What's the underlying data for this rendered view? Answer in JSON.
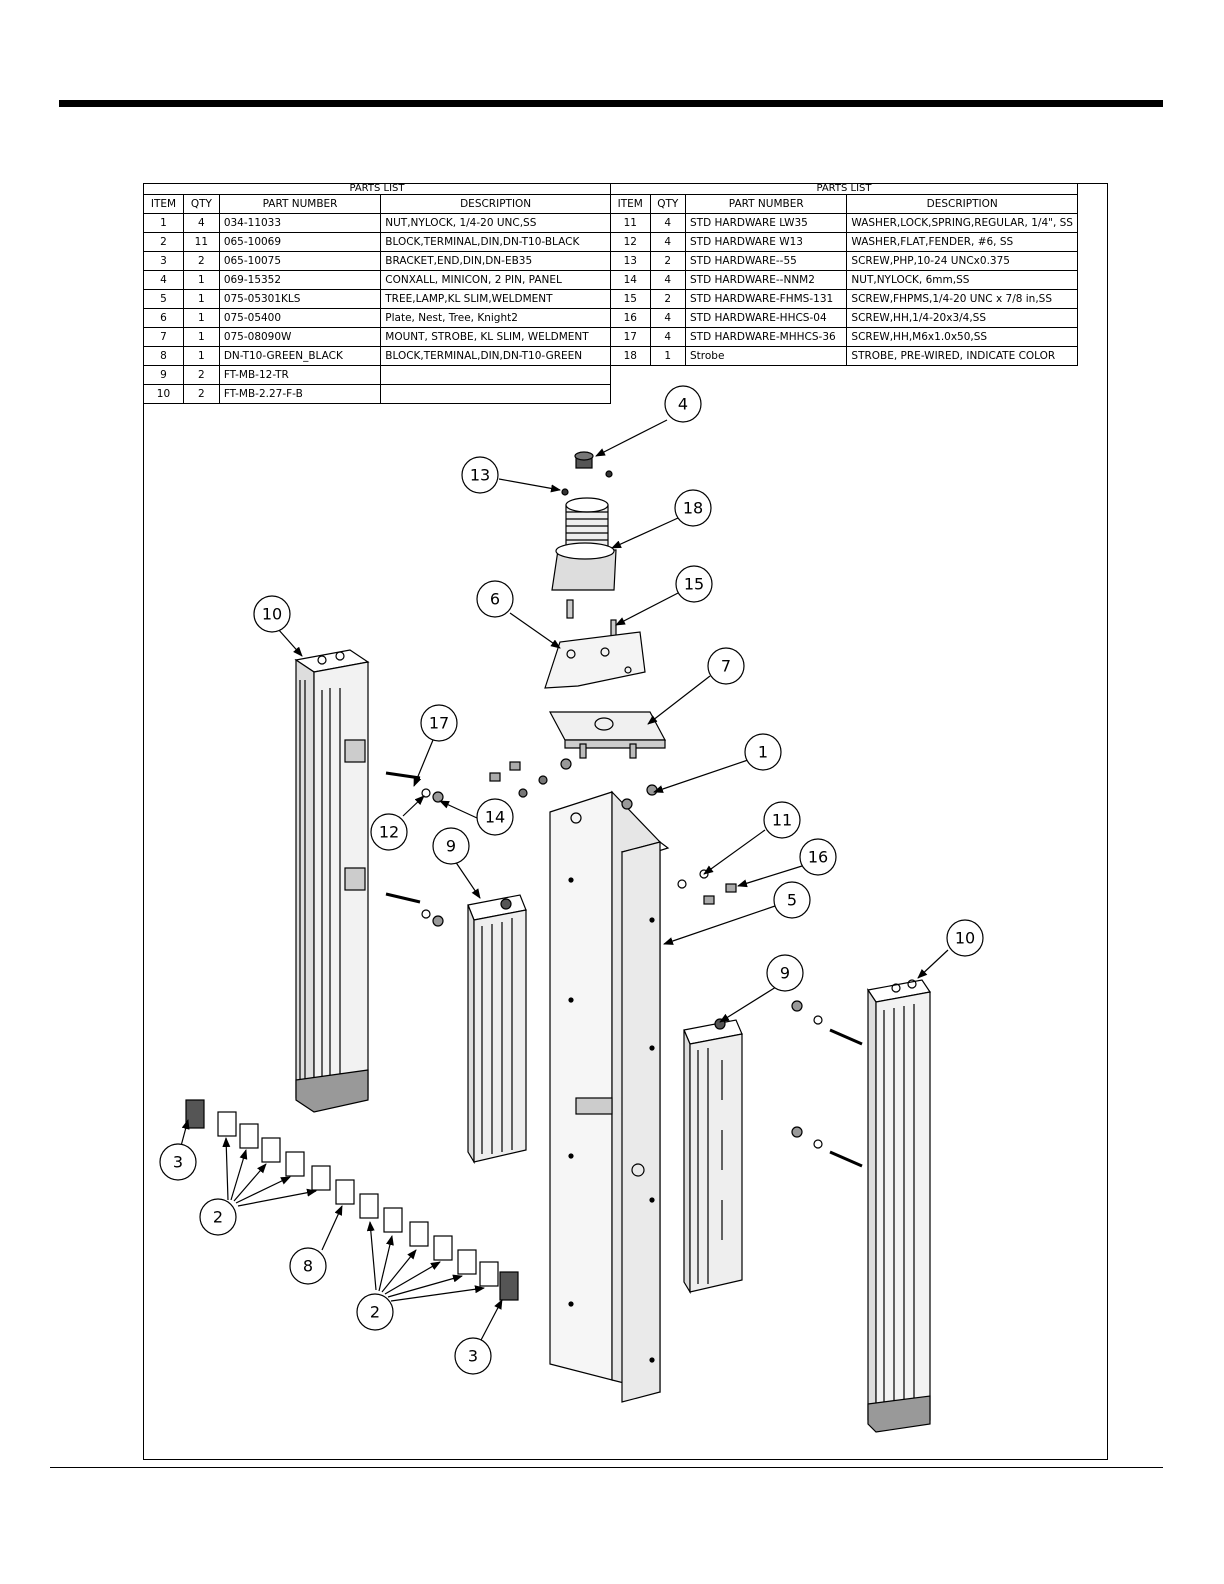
{
  "parts_list_title": "PARTS LIST",
  "columns": [
    "ITEM",
    "QTY",
    "PART NUMBER",
    "DESCRIPTION"
  ],
  "parts_left": [
    {
      "item": "1",
      "qty": "4",
      "part": "034-11033",
      "desc": "NUT,NYLOCK, 1/4-20 UNC,SS"
    },
    {
      "item": "2",
      "qty": "11",
      "part": "065-10069",
      "desc": "BLOCK,TERMINAL,DIN,DN-T10-BLACK"
    },
    {
      "item": "3",
      "qty": "2",
      "part": "065-10075",
      "desc": "BRACKET,END,DIN,DN-EB35"
    },
    {
      "item": "4",
      "qty": "1",
      "part": "069-15352",
      "desc": "CONXALL, MINICON, 2 PIN, PANEL"
    },
    {
      "item": "5",
      "qty": "1",
      "part": "075-05301KLS",
      "desc": "TREE,LAMP,KL SLIM,WELDMENT"
    },
    {
      "item": "6",
      "qty": "1",
      "part": "075-05400",
      "desc": "Plate, Nest, Tree, Knight2"
    },
    {
      "item": "7",
      "qty": "1",
      "part": "075-08090W",
      "desc": "MOUNT, STROBE, KL SLIM, WELDMENT"
    },
    {
      "item": "8",
      "qty": "1",
      "part": "DN-T10-GREEN_BLACK",
      "desc": "BLOCK,TERMINAL,DIN,DN-T10-GREEN"
    },
    {
      "item": "9",
      "qty": "2",
      "part": "FT-MB-12-TR",
      "desc": ""
    },
    {
      "item": "10",
      "qty": "2",
      "part": "FT-MB-2.27-F-B",
      "desc": ""
    }
  ],
  "parts_right": [
    {
      "item": "11",
      "qty": "4",
      "part": "STD HARDWARE LW35",
      "desc": "WASHER,LOCK,SPRING,REGULAR, 1/4\", SS"
    },
    {
      "item": "12",
      "qty": "4",
      "part": "STD HARDWARE W13",
      "desc": "WASHER,FLAT,FENDER, #6, SS"
    },
    {
      "item": "13",
      "qty": "2",
      "part": "STD HARDWARE--55",
      "desc": "SCREW,PHP,10-24 UNCx0.375"
    },
    {
      "item": "14",
      "qty": "4",
      "part": "STD HARDWARE--NNM2",
      "desc": "NUT,NYLOCK, 6mm,SS"
    },
    {
      "item": "15",
      "qty": "2",
      "part": "STD HARDWARE-FHMS-131",
      "desc": "SCREW,FHPMS,1/4-20 UNC x 7/8 in,SS"
    },
    {
      "item": "16",
      "qty": "4",
      "part": "STD HARDWARE-HHCS-04",
      "desc": "SCREW,HH,1/4-20x3/4,SS"
    },
    {
      "item": "17",
      "qty": "4",
      "part": "STD HARDWARE-MHHCS-36",
      "desc": "SCREW,HH,M6x1.0x50,SS"
    },
    {
      "item": "18",
      "qty": "1",
      "part": "Strobe",
      "desc": "STROBE, PRE-WIRED, INDICATE COLOR"
    }
  ],
  "balloons": {
    "b4": "4",
    "b13": "13",
    "b18": "18",
    "b15": "15",
    "b6": "6",
    "b10a": "10",
    "b7": "7",
    "b17": "17",
    "b1": "1",
    "b12": "12",
    "b14": "14",
    "b9a": "9",
    "b11": "11",
    "b16": "16",
    "b5": "5",
    "b10b": "10",
    "b9b": "9",
    "b3a": "3",
    "b2a": "2",
    "b8": "8",
    "b2b": "2",
    "b3b": "3"
  }
}
